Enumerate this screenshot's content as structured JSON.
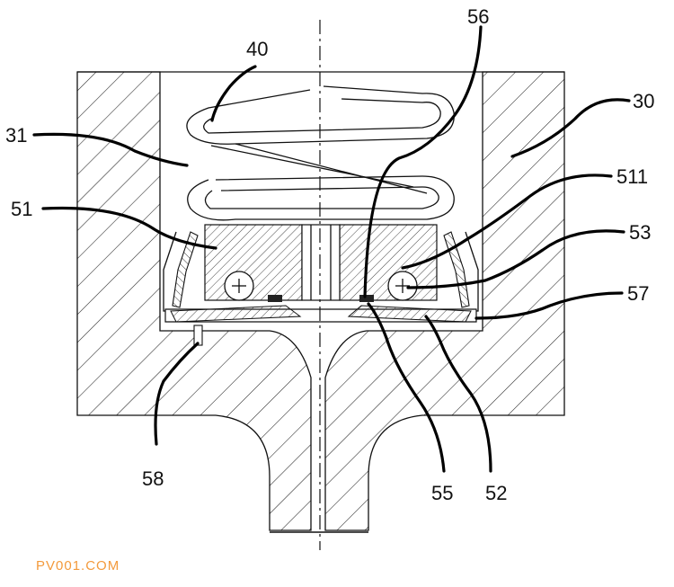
{
  "labels": {
    "l40": "40",
    "l56": "56",
    "l30": "30",
    "l31": "31",
    "l511": "511",
    "l51": "51",
    "l53": "53",
    "l57": "57",
    "l58": "58",
    "l55": "55",
    "l52": "52"
  },
  "watermark": "PV001.COM"
}
